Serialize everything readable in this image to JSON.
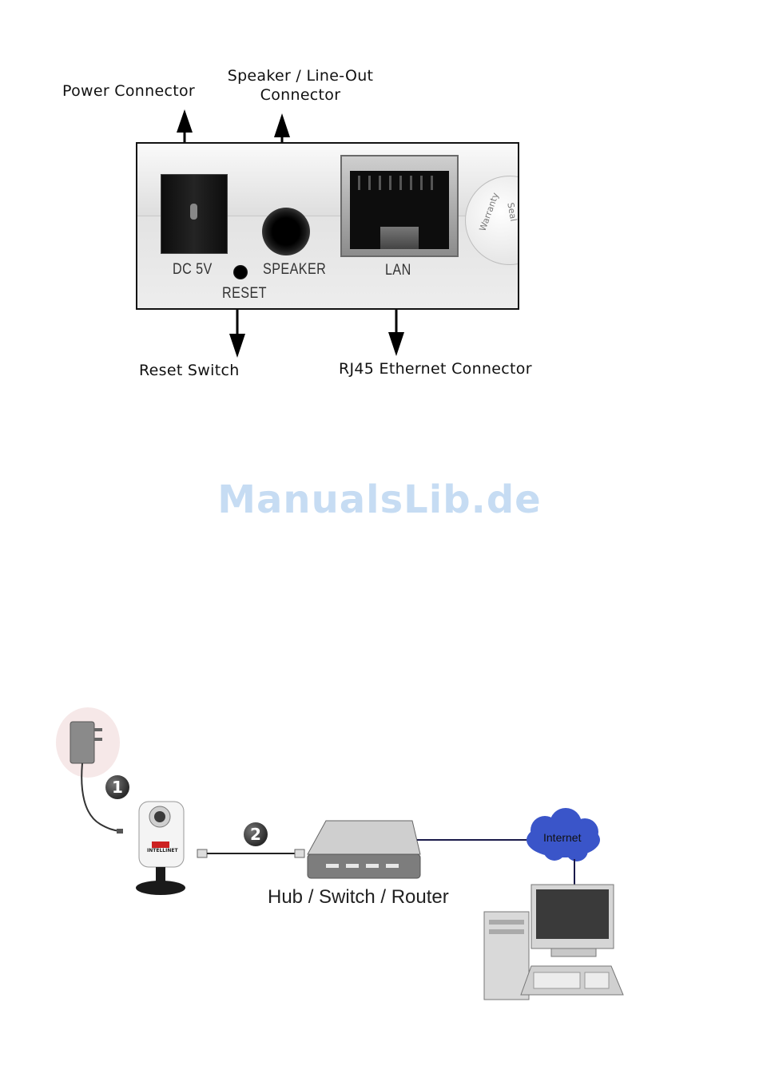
{
  "callouts": {
    "power": "Power Connector",
    "speaker_line1": "Speaker / Line-Out",
    "speaker_line2": "Connector",
    "reset": "Reset Switch",
    "rj45": "RJ45 Ethernet Connector"
  },
  "panel_labels": {
    "dc": "DC 5V",
    "speaker": "SPEAKER",
    "reset": "RESET",
    "lan": "LAN",
    "seal_line1": "Warranty",
    "seal_line2": "Seal"
  },
  "watermark": "ManualsLib.de",
  "network": {
    "step1": "1",
    "step2": "2",
    "hub_label": "Hub / Switch / Router",
    "cloud_label": "Internet",
    "camera_brand": "INTELLINET"
  },
  "colors": {
    "cloud": "#3a55c9",
    "link_line": "#1a1a4a",
    "watermark": "#c6dcf3"
  }
}
